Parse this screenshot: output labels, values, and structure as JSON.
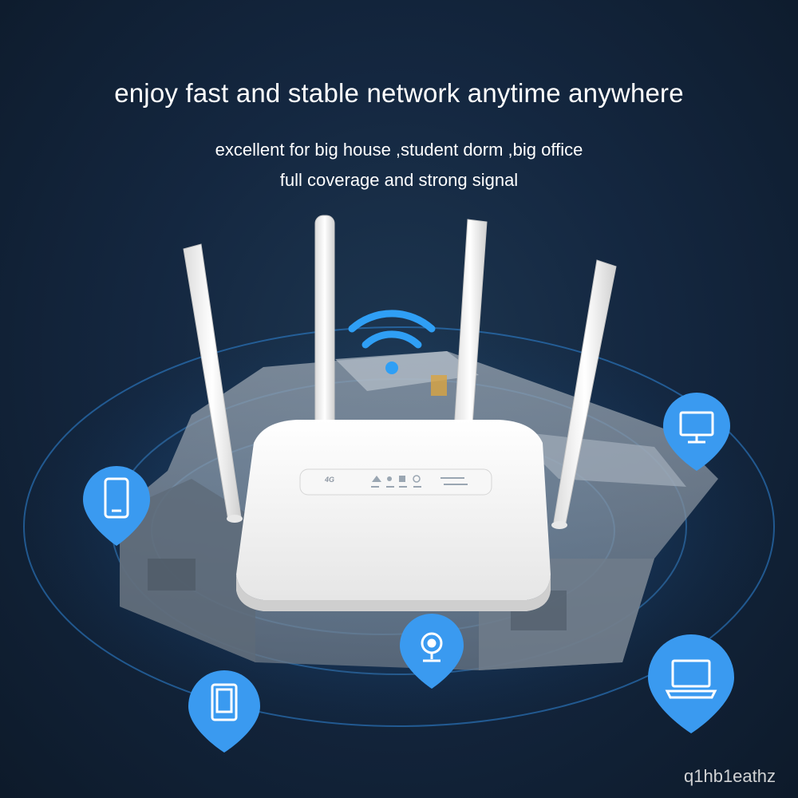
{
  "headline": "enjoy fast and stable network anytime anywhere",
  "subheadline_line1": "excellent for big house ,student dorm ,big office",
  "subheadline_line2": "full coverage and strong signal",
  "router_badge": "4G",
  "watermark": "q1hb1eathz",
  "device_pins": [
    {
      "icon": "smartphone-icon"
    },
    {
      "icon": "monitor-icon"
    },
    {
      "icon": "tablet-icon"
    },
    {
      "icon": "webcam-icon"
    },
    {
      "icon": "laptop-icon"
    }
  ],
  "colors": {
    "background": "#142740",
    "pin_blue": "#3a9af0",
    "wifi_blue": "#2f9ff5",
    "ring_blue": "#2b7fd0",
    "router_white": "#f4f4f4",
    "text": "#ffffff"
  }
}
